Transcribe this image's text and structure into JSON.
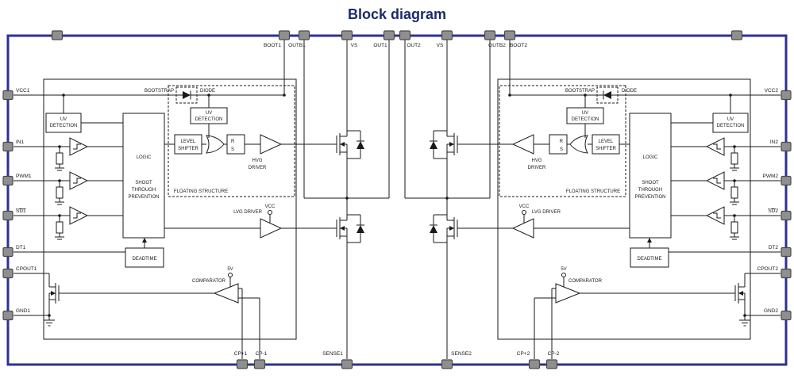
{
  "title": "Block diagram",
  "colors": {
    "title": "#1b2a6b",
    "package_border": "#2e3192",
    "wire": "#1a1a1a",
    "pad_fill": "#8f8f8f",
    "pad_border": "#4a4a4a"
  },
  "pins": {
    "top": [
      "BOOT1",
      "OUTB1",
      "VS",
      "OUT1",
      "OUT2",
      "VS",
      "OUTB2",
      "BOOT2"
    ],
    "bottom": [
      "CP+1",
      "CP-1",
      "SENSE1",
      "SENSE2",
      "CP+2",
      "CP-2"
    ],
    "left": [
      "VCC1",
      "IN1",
      "PWM1",
      "SD1",
      "DT1",
      "CPOUT1",
      "GND1"
    ],
    "right": [
      "VCC2",
      "IN2",
      "PWM2",
      "SD2",
      "DT2",
      "CPOUT2",
      "GND2"
    ]
  },
  "blocks": {
    "uv_line1": "UV",
    "uv_line2": "DETECTION",
    "logic": "LOGIC",
    "stp_line1": "SHOOT",
    "stp_line2": "THROUGH",
    "stp_line3": "PREVENTION",
    "level_line1": "LEVEL",
    "level_line2": "SHIFTER",
    "latch_r": "R",
    "latch_s": "S",
    "hvg_line1": "HVG",
    "hvg_line2": "DRIVER",
    "lvg_driver": "LVG DRIVER",
    "vcc": "VCC",
    "deadtime": "DEADTIME",
    "comparator": "COMPARATOR",
    "five_v": "5V",
    "bootstrap": "BOOTSTRAP",
    "diode": "DIODE",
    "floating_structure": "FLOATING STRUCTURE"
  }
}
